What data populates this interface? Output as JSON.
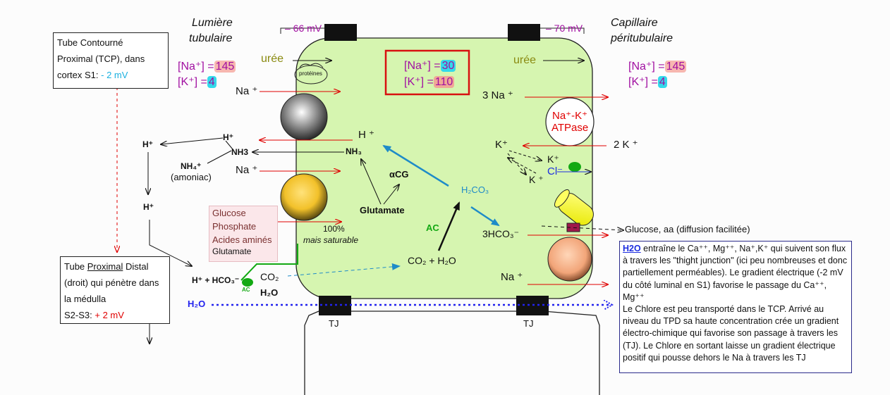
{
  "header": {
    "lumiere_line1": "Lumière",
    "lumiere_line2": "tubulaire",
    "capillaire_line1": "Capillaire",
    "capillaire_line2": "péritubulaire",
    "voltage_left": "– 66 mV",
    "voltage_right": "– 70 mV"
  },
  "tcp_box": {
    "line1": "Tube Contourné",
    "line2": "Proximal (TCP), dans",
    "line3_prefix": "cortex S1: ",
    "line3_value": "- 2 mV"
  },
  "tpd_box": {
    "line1_prefix": "Tube ",
    "line1_underlined": "Proximal",
    "line1_suffix": " Distal",
    "line2": "(droit) qui pénètre dans",
    "line3": "la médulla",
    "line4_prefix": "S2-S3: ",
    "line4_value": "+ 2 mV"
  },
  "concentrations": {
    "lumen_na_label": "[Na⁺] =",
    "lumen_na_value": "145",
    "lumen_k_label": "[K⁺] =",
    "lumen_k_value": "4",
    "cell_na_label": "[Na⁺] =",
    "cell_na_value": "30",
    "cell_k_label": "[K⁺] =",
    "cell_k_value": "110",
    "cap_na_label": "[Na⁺] =",
    "cap_na_value": "145",
    "cap_k_label": "[K⁺] =",
    "cap_k_value": "4"
  },
  "labels": {
    "uree_left": "urée",
    "uree_right": "urée",
    "proteines": "protéines",
    "na_top": "Na ⁺",
    "na_mid": "Na ⁺",
    "na_bottom_right": "Na ⁺",
    "three_na": "3 Na ⁺",
    "two_k": "2 K ⁺",
    "pump_line1": "Na⁺-K⁺",
    "pump_line2": "ATPase",
    "h_cell": "H ⁺",
    "nh3_cell": "NH₃",
    "h_left": "H⁺",
    "nh3_left": "NH3",
    "h_far_left": "H⁺",
    "nh4": "NH₄⁺",
    "amoniac": "(amoniac)",
    "h_lower_left": "H⁺",
    "alpha_cg": "αCG",
    "glutamate": "Glutamate",
    "h2co3": "H₂CO₃",
    "ac_cell": "AC",
    "three_hco3": "3HCO₃⁻",
    "co2_h2o": "CO₂ + H₂O",
    "k_cell1": "K⁺",
    "k_cell2": "K⁺",
    "k_cell3": "K ⁺",
    "cl": "Cl⁻",
    "glucose_group1": "Glucose",
    "glucose_group2": "Phosphate",
    "glucose_group3": "Acides aminés",
    "glucose_group4": "Glutamate",
    "percent": "100%",
    "saturable": "mais saturable",
    "h_hco3": "H⁺ + HCO₃⁻",
    "co2_small": "CO₂",
    "h2o_small": "H₂O",
    "ac_small": "AC",
    "h2o_blue": "H₂O",
    "glucose_aa": "Glucose, aa (diffusion facilitée)",
    "tj_left": "TJ",
    "tj_right": "TJ"
  },
  "note": {
    "title": "H2O",
    "text1": " entraîne le Ca⁺⁺, Mg⁺⁺, Na⁺,K⁺ qui suivent son flux à travers les \"thight junction\" (ici peu nombreuses et donc partiellement perméables). Le gradient électrique (-2 mV du côté luminal en S1) favorise le passage du Ca⁺⁺, Mg⁺⁺",
    "text2": "Le Chlore est  peu transporté dans le TCP. Arrivé au niveau du TPD sa haute concentration crée un gradient électro-chimique qui favorise son passage à travers les (TJ). Le Chlore en sortant laisse un gradient électrique positif qui pousse dehors le Na à travers les TJ"
  },
  "colors": {
    "cell_fill": "#d6f5b0",
    "arrow_red": "#e00000",
    "arrow_blue": "#1e8bc8",
    "h2o_blue": "#2222ee",
    "tj_black": "#111111"
  }
}
